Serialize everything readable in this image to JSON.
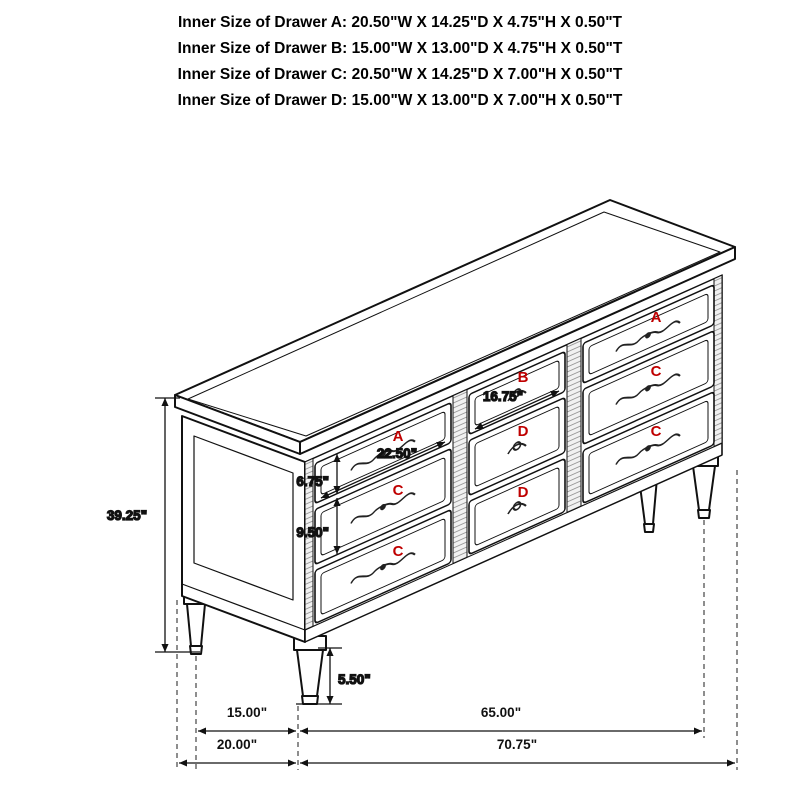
{
  "page": {
    "background": "#ffffff"
  },
  "titles": [
    "Inner Size of Drawer A: 20.50\"W X 14.25\"D X 4.75\"H X 0.50\"T",
    "Inner Size of Drawer B: 15.00\"W X 13.00\"D X 4.75\"H X 0.50\"T",
    "Inner Size of Drawer C: 20.50\"W X 14.25\"D X 7.00\"H X 0.50\"T",
    "Inner Size of Drawer D: 15.00\"W X 13.00\"D X 7.00\"H X 0.50\"T"
  ],
  "diagram": {
    "type": "isometric furniture dimension diagram",
    "item": "9-drawer dresser",
    "colors": {
      "line": "#111111",
      "drawer_label_red": "#bf0000",
      "dash": "#444444"
    },
    "drawer_letters": {
      "left_column": [
        "A",
        "C",
        "C"
      ],
      "middle_column": [
        "B",
        "D",
        "D"
      ],
      "right_column": [
        "A",
        "C",
        "C"
      ]
    },
    "dimensions": {
      "overall_height": "39.25\"",
      "drawer_b_front_width": "16.75\"",
      "drawer_a_front_width": "22.50\"",
      "top_drawer_front_height": "6.75\"",
      "lower_drawer_front_height": "9.50\"",
      "leg_height": "5.50\"",
      "side_leg_spacing": "15.00\"",
      "front_leg_spacing": "65.00\"",
      "overall_depth": "20.00\"",
      "overall_width": "70.75\""
    }
  }
}
